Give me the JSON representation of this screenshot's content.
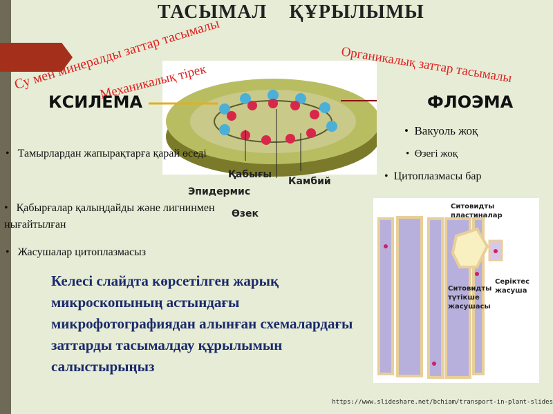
{
  "title": "ТАСЫМАЛ    ҚҰРЫЛЫМЫ",
  "red_labels": {
    "water": "Су мен минералды заттар тасымалы",
    "support": "Механикалық тірек",
    "organic": "Органикалық заттар тасымалы"
  },
  "xylem": {
    "heading": "КСИЛЕМА",
    "points": [
      "Тамырлардан жапырақтарға қарай өседі",
      "Қабырғалар қалыңдайды және лигнинмен нығайтылған",
      "Жасушалар цитоплазмасыз"
    ]
  },
  "phloem": {
    "heading": "ФЛОЭМА",
    "points": [
      "Вакуоль жоқ",
      "Өзегі жоқ",
      "Цитоплазмасы бар"
    ]
  },
  "stem_labels": {
    "wall": "Қабығы",
    "cambium": "Камбий",
    "epidermis": "Эпидермис",
    "core": "Өзек"
  },
  "diagram_labels": {
    "sieve_plates": "Ситовидты пластиналар",
    "sieve_tube": "Ситовидты түтікше жасушасы",
    "companion": "Серіктес жасуша"
  },
  "task": "Келесі слайдта көрсетілген жарық микроскопының астындағы микрофотографиядан алынған схемалардағы заттарды тасымалдау құрылымын салыстырыңыз",
  "source": "https://www.slideshare.net/bchiam/transport-in-plant-slides"
}
